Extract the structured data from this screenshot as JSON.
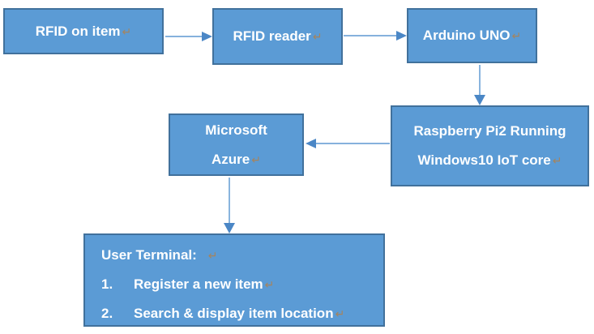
{
  "diagram": {
    "colors": {
      "box_fill": "#5b9bd5",
      "box_border": "#41719c",
      "arrow_line": "#74a6d8",
      "arrow_head": "#4b87c6",
      "text": "#ffffff",
      "format_mark": "#a5845e",
      "background": "#ffffff"
    },
    "marks": {
      "return": "↵"
    },
    "nodes": [
      {
        "id": "rfid-on-item",
        "lines": [
          {
            "text": "RFID on item"
          }
        ]
      },
      {
        "id": "rfid-reader",
        "lines": [
          {
            "text": "RFID reader"
          }
        ]
      },
      {
        "id": "arduino-uno",
        "lines": [
          {
            "text": "Arduino UNO"
          }
        ]
      },
      {
        "id": "raspberry-pi",
        "lines": [
          {
            "text": "Raspberry Pi2 Running"
          },
          {
            "text": "Windows10 IoT core"
          }
        ]
      },
      {
        "id": "microsoft-azure",
        "lines": [
          {
            "text": "Microsoft"
          },
          {
            "text": "Azure"
          }
        ]
      },
      {
        "id": "user-terminal",
        "lines": [
          {
            "text": "User Terminal:"
          },
          {
            "num": "1.",
            "text": "Register a new item"
          },
          {
            "num": "2.",
            "text": "Search & display item location"
          }
        ]
      }
    ],
    "connections": [
      {
        "from": "rfid-on-item",
        "to": "rfid-reader"
      },
      {
        "from": "rfid-reader",
        "to": "arduino-uno"
      },
      {
        "from": "arduino-uno",
        "to": "raspberry-pi"
      },
      {
        "from": "raspberry-pi",
        "to": "microsoft-azure"
      },
      {
        "from": "microsoft-azure",
        "to": "user-terminal"
      }
    ]
  }
}
